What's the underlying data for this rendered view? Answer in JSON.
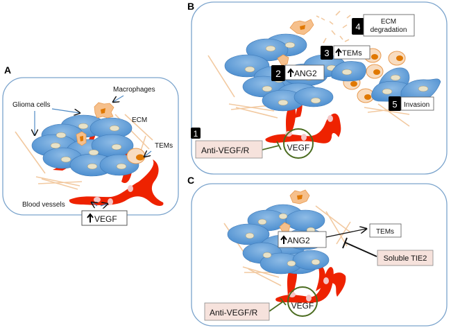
{
  "figure": {
    "panels": [
      {
        "id": "A",
        "letter": "A",
        "labels": {
          "macrophages": "Macrophages",
          "glioma_cells": "Glioma cells",
          "ecm": "ECM",
          "tems": "TEMs",
          "blood_vessels": "Blood vessels",
          "vegf_box": "VEGF",
          "vegf_arrow": "up"
        }
      },
      {
        "id": "B",
        "letter": "B",
        "steps": [
          {
            "num": "1",
            "label": "Anti-VEGF/R"
          },
          {
            "num": "2",
            "label": "ANG2",
            "arrow": "up"
          },
          {
            "num": "3",
            "label": "TEMs",
            "arrow": "up"
          },
          {
            "num": "4",
            "label_line1": "ECM",
            "label_line2": "degradation"
          },
          {
            "num": "5",
            "label": "Invasion"
          }
        ],
        "vegf_circle": "VEGF"
      },
      {
        "id": "C",
        "letter": "C",
        "labels": {
          "ang2": "ANG2",
          "ang2_arrow": "up",
          "tems": "TEMs",
          "soluble_tie2": "Soluble TIE2",
          "anti_vegf": "Anti-VEGF/R",
          "vegf_circle": "VEGF"
        }
      }
    ],
    "colors": {
      "panel_border": "#7aa3cc",
      "glioma_cell": "#5b9bd5",
      "nucleus": "#e8e2c8",
      "vessel": "#ee2200",
      "ecm_fiber": "#f2c9a0",
      "macrophage": "#f6c08c",
      "macrophage_core": "#e07800",
      "inhibitor_box": "#f6e2dc",
      "vegf_circle": "#4a6b1f",
      "step_badge": "#000000"
    }
  }
}
